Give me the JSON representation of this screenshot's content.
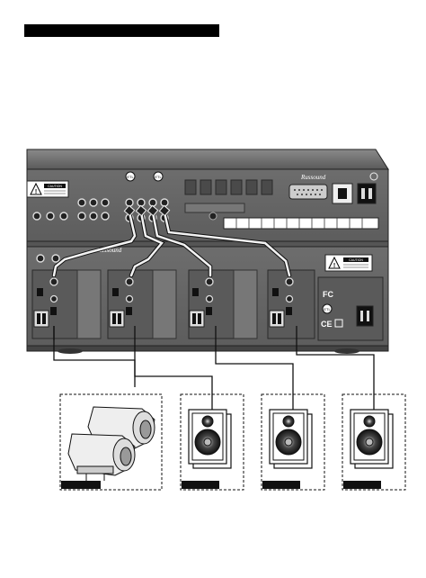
{
  "header": {
    "title": ""
  },
  "preamp": {
    "brand": "Russound"
  },
  "amplifier": {
    "brand": "Russound"
  },
  "caution": {
    "text": "CAUTION"
  },
  "certs": {
    "etl": "ETL",
    "fcc": "FC",
    "ce": "CE"
  },
  "speaker_zones": [
    {
      "id": "zone1",
      "label": ""
    },
    {
      "id": "zone2",
      "label": ""
    },
    {
      "id": "zone3",
      "label": ""
    },
    {
      "id": "zone4",
      "label": ""
    }
  ]
}
